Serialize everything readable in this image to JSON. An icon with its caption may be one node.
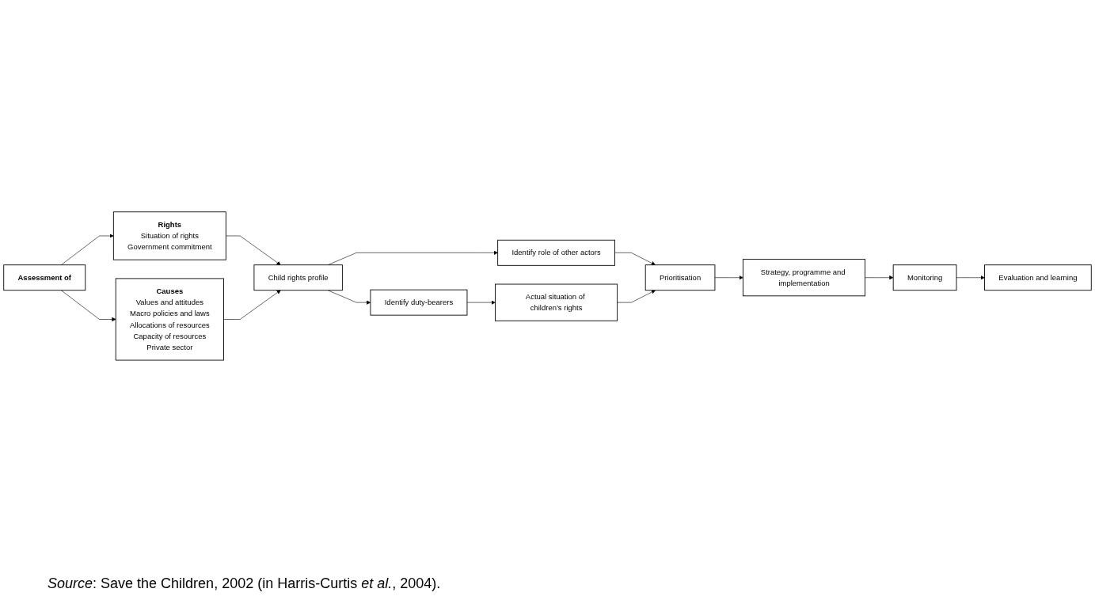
{
  "diagram": {
    "caption": "*Source*: Save the Children, 2002 (in Harris-Curtis *et al.*, 2004).",
    "nodes": [
      {
        "text": [
          "Assessment of"
        ]
      },
      {
        "text": [
          "Rights",
          "Situation of rights",
          "Government commitment"
        ]
      },
      {
        "text": [
          "Causes",
          "Values and attitudes",
          "Macro policies and laws",
          "Allocations of resources",
          "Capacity of resources",
          "Private sector"
        ]
      },
      {
        "text": [
          "Child rights profile"
        ]
      },
      {
        "text": [
          "Identify duty-bearers"
        ]
      },
      {
        "text": [
          "Identify role of other actors"
        ]
      },
      {
        "text": [
          "Actual situation of children’s rights"
        ]
      },
      {
        "text": [
          "Prioritisation"
        ]
      },
      {
        "text": [
          "Strategy, programme and implementation"
        ]
      },
      {
        "text": [
          "Monitoring"
        ]
      },
      {
        "text": [
          "Evaluation and learning"
        ]
      }
    ],
    "edges": [
      {
        "from": 0,
        "to": 1,
        "arrow": "to"
      },
      {
        "from": 0,
        "to": 2,
        "arrow": "to"
      },
      {
        "from": 1,
        "to": 3,
        "arrow": "to"
      },
      {
        "from": 2,
        "to": 3,
        "arrow": "to"
      },
      {
        "from": 3,
        "to": 4,
        "arrow": "to"
      },
      {
        "from": 3,
        "to": 5,
        "arrow": "to"
      },
      {
        "from": 4,
        "to": 6,
        "arrow": "to"
      },
      {
        "from": 5,
        "to": 7,
        "arrow": "to"
      },
      {
        "from": 6,
        "to": 7,
        "arrow": "to"
      },
      {
        "from": 7,
        "to": 8,
        "arrow": "to"
      },
      {
        "from": 8,
        "to": 9,
        "arrow": "to"
      },
      {
        "from": 9,
        "to": 10,
        "arrow": "to"
      }
    ]
  }
}
